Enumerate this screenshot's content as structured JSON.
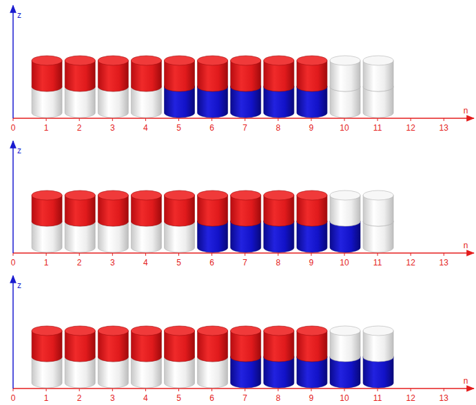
{
  "diagram": {
    "labels": [
      "z",
      "0",
      "1",
      "2",
      "3",
      "4",
      "5",
      "6",
      "7",
      "8",
      "9",
      "10",
      "11",
      "12",
      "13",
      "n",
      "z",
      "0",
      "1",
      "2",
      "3",
      "4",
      "5",
      "6",
      "7",
      "8",
      "9",
      "10",
      "11",
      "12",
      "13",
      "n",
      "z",
      "0",
      "1",
      "2",
      "3",
      "4",
      "5",
      "6",
      "7",
      "8",
      "9",
      "10",
      "11",
      "12",
      "13",
      "n"
    ]
  }
}
